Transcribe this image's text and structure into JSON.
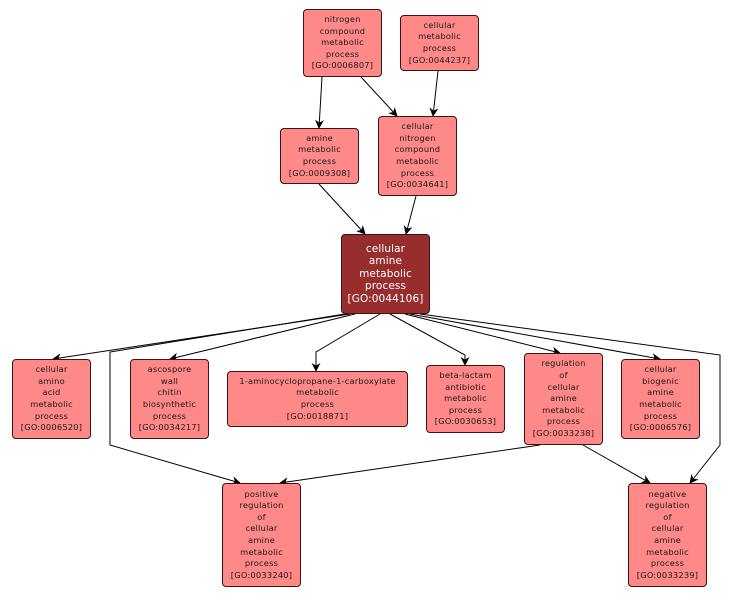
{
  "colors": {
    "node_fill": "#ff8888",
    "focus_fill": "#982d2d",
    "border": "#3c1414",
    "edge": "#000000",
    "focus_text": "#ffffff"
  },
  "nodes": {
    "n6807": {
      "lines": [
        "nitrogen",
        "compound",
        "metabolic",
        "process",
        "[GO:0006807]"
      ]
    },
    "n44237": {
      "lines": [
        "cellular",
        "metabolic",
        "process",
        "[GO:0044237]"
      ]
    },
    "n9308": {
      "lines": [
        "amine",
        "metabolic",
        "process",
        "[GO:0009308]"
      ]
    },
    "n34641": {
      "lines": [
        "cellular",
        "nitrogen",
        "compound",
        "metabolic",
        "process",
        "[GO:0034641]"
      ]
    },
    "n44106": {
      "lines": [
        "cellular",
        "amine",
        "metabolic",
        "process",
        "[GO:0044106]"
      ]
    },
    "n6520": {
      "lines": [
        "cellular",
        "amino",
        "acid",
        "metabolic",
        "process",
        "[GO:0006520]"
      ]
    },
    "n34217": {
      "lines": [
        "ascospore",
        "wall",
        "chitin",
        "biosynthetic",
        "process",
        "[GO:0034217]"
      ]
    },
    "n18871": {
      "lines": [
        "1-aminocyclopropane-1-carboxylate",
        "metabolic",
        "process",
        "[GO:0018871]"
      ]
    },
    "n30653": {
      "lines": [
        "beta-lactam",
        "antibiotic",
        "metabolic",
        "process",
        "[GO:0030653]"
      ]
    },
    "n33238": {
      "lines": [
        "regulation",
        "of",
        "cellular",
        "amine",
        "metabolic",
        "process",
        "[GO:0033238]"
      ]
    },
    "n6576": {
      "lines": [
        "cellular",
        "biogenic",
        "amine",
        "metabolic",
        "process",
        "[GO:0006576]"
      ]
    },
    "n33240": {
      "lines": [
        "positive",
        "regulation",
        "of",
        "cellular",
        "amine",
        "metabolic",
        "process",
        "[GO:0033240]"
      ]
    },
    "n33239": {
      "lines": [
        "negative",
        "regulation",
        "of",
        "cellular",
        "amine",
        "metabolic",
        "process",
        "[GO:0033239]"
      ]
    }
  },
  "edges": [
    {
      "from": "n6807",
      "to": "n9308"
    },
    {
      "from": "n6807",
      "to": "n34641"
    },
    {
      "from": "n44237",
      "to": "n34641"
    },
    {
      "from": "n9308",
      "to": "n44106"
    },
    {
      "from": "n34641",
      "to": "n44106"
    },
    {
      "from": "n44106",
      "to": "n6520"
    },
    {
      "from": "n44106",
      "to": "n34217"
    },
    {
      "from": "n44106",
      "to": "n18871"
    },
    {
      "from": "n44106",
      "to": "n30653"
    },
    {
      "from": "n44106",
      "to": "n33238"
    },
    {
      "from": "n44106",
      "to": "n6576"
    },
    {
      "from": "n44106",
      "to": "n33240"
    },
    {
      "from": "n44106",
      "to": "n33239"
    },
    {
      "from": "n33238",
      "to": "n33240"
    },
    {
      "from": "n33238",
      "to": "n33239"
    }
  ]
}
